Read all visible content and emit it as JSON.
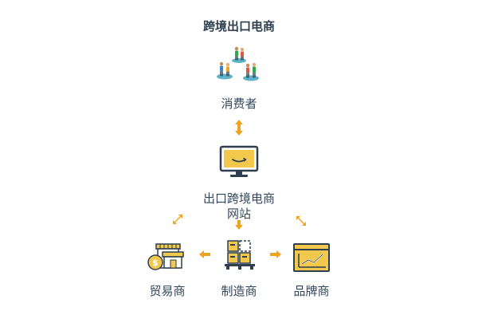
{
  "diagram": {
    "title": "跨境出口电商",
    "nodes": {
      "consumers": {
        "label": "消费者",
        "icon": "people-icon"
      },
      "website": {
        "label_line1": "出口跨境电商",
        "label_line2": "网站",
        "icon": "monitor-amazon-icon"
      },
      "traders": {
        "label": "贸易商",
        "icon": "shop-coin-icon"
      },
      "manufacturers": {
        "label": "制造商",
        "icon": "pallet-boxes-icon"
      },
      "brands": {
        "label": "品牌商",
        "icon": "chart-board-icon"
      }
    },
    "colors": {
      "accent": "#f0a31e",
      "yellow": "#f2c94c",
      "navy": "#2e3f4f",
      "teal": "#3aa8a0"
    }
  }
}
